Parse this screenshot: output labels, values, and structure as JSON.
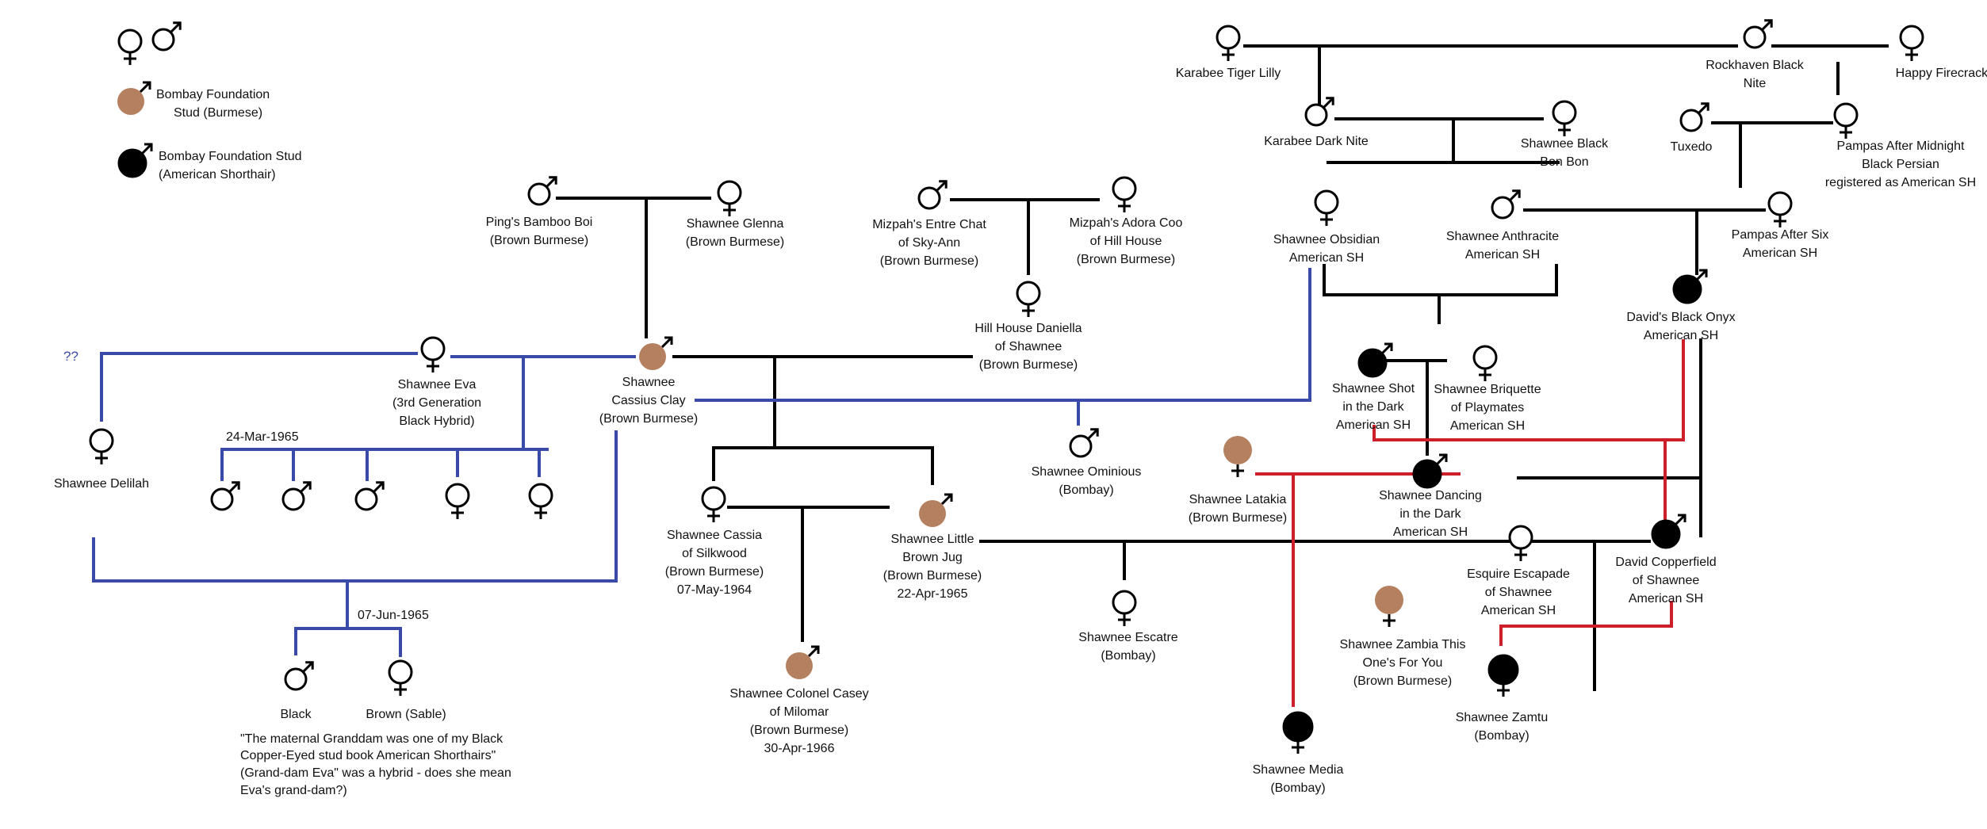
{
  "legend": {
    "female_symbol": "♀",
    "male_symbol": "♂",
    "burmese_stud": [
      "Bombay Foundation",
      "Stud (Burmese)"
    ],
    "american_stud": [
      "Bombay Foundation Stud",
      "(American Shorthair)"
    ]
  },
  "colors": {
    "line_black": "#000000",
    "line_blue": "#3a4aa8",
    "line_red": "#cc1f2a",
    "burmese_fill": "#b5805f",
    "black_fill": "#000000"
  },
  "cats": [
    {
      "id": "karabee_tiger_lilly",
      "sex": "female",
      "fill": "none",
      "label": [
        "Karabee Tiger Lilly"
      ]
    },
    {
      "id": "rockhaven_black_nite",
      "sex": "male",
      "fill": "none",
      "label": [
        "Rockhaven Black",
        "Nite"
      ]
    },
    {
      "id": "happy_firecracker",
      "sex": "female",
      "fill": "none",
      "label": [
        "Happy Firecracker"
      ]
    },
    {
      "id": "karabee_dark_nite",
      "sex": "male",
      "fill": "none",
      "label": [
        "Karabee Dark Nite"
      ]
    },
    {
      "id": "shawnee_black_bon_bon",
      "sex": "female",
      "fill": "none",
      "label": [
        "Shawnee Black",
        "Bon Bon"
      ]
    },
    {
      "id": "tuxedo",
      "sex": "male",
      "fill": "none",
      "label": [
        "Tuxedo"
      ]
    },
    {
      "id": "pampas_after_midnight",
      "sex": "female",
      "fill": "none",
      "label": [
        "Pampas After Midnight",
        "Black Persian",
        "registered as American SH"
      ]
    },
    {
      "id": "pings_bamboo_boi",
      "sex": "male",
      "fill": "none",
      "label": [
        "Ping's Bamboo Boi",
        "(Brown Burmese)"
      ]
    },
    {
      "id": "shawnee_glenna",
      "sex": "female",
      "fill": "none",
      "label": [
        "Shawnee Glenna",
        "(Brown Burmese)"
      ]
    },
    {
      "id": "mizpahs_entre_chat",
      "sex": "male",
      "fill": "none",
      "label": [
        "Mizpah's Entre Chat",
        "of Sky-Ann",
        "(Brown Burmese)"
      ]
    },
    {
      "id": "mizpahs_adora_coo",
      "sex": "female",
      "fill": "none",
      "label": [
        "Mizpah's Adora Coo",
        "of Hill House",
        "(Brown Burmese)"
      ]
    },
    {
      "id": "shawnee_obsidian",
      "sex": "female",
      "fill": "none",
      "label": [
        "Shawnee Obsidian",
        "American SH"
      ]
    },
    {
      "id": "shawnee_anthracite",
      "sex": "male",
      "fill": "none",
      "label": [
        "Shawnee Anthracite",
        "American SH"
      ]
    },
    {
      "id": "pampas_after_six",
      "sex": "female",
      "fill": "none",
      "label": [
        "Pampas After Six",
        "American SH"
      ]
    },
    {
      "id": "davids_black_onyx",
      "sex": "male",
      "fill": "black",
      "label": [
        "David's Black Onyx",
        "American SH"
      ]
    },
    {
      "id": "hill_house_daniella",
      "sex": "female",
      "fill": "none",
      "label": [
        "Hill House Daniella",
        "of Shawnee",
        "(Brown Burmese)"
      ]
    },
    {
      "id": "shawnee_eva",
      "sex": "female",
      "fill": "none",
      "label": [
        "Shawnee Eva",
        "(3rd Generation",
        "Black Hybrid)"
      ]
    },
    {
      "id": "shawnee_cassius_clay",
      "sex": "male",
      "fill": "burmese",
      "label": [
        "Shawnee",
        "Cassius Clay",
        "(Brown Burmese)"
      ]
    },
    {
      "id": "shawnee_shot_in_the_dark",
      "sex": "male",
      "fill": "black",
      "label": [
        "Shawnee Shot",
        "in the Dark",
        "American SH"
      ]
    },
    {
      "id": "shawnee_briquette",
      "sex": "female",
      "fill": "none",
      "label": [
        "Shawnee Briquette",
        "of Playmates",
        "American SH"
      ]
    },
    {
      "id": "shawnee_delilah",
      "sex": "female",
      "fill": "none",
      "label": [
        "Shawnee Delilah"
      ]
    },
    {
      "id": "shawnee_ominious",
      "sex": "male",
      "fill": "none",
      "label": [
        "Shawnee Ominious",
        "(Bombay)"
      ]
    },
    {
      "id": "shawnee_latakia",
      "sex": "female",
      "fill": "burmese",
      "label": [
        "Shawnee Latakia",
        "(Brown Burmese)"
      ]
    },
    {
      "id": "shawnee_dancing_in_the_dark",
      "sex": "male",
      "fill": "black",
      "label": [
        "Shawnee Dancing",
        "in the Dark",
        "American SH"
      ]
    },
    {
      "id": "shawnee_cassia",
      "sex": "female",
      "fill": "none",
      "label": [
        "Shawnee Cassia",
        "of Silkwood",
        "(Brown Burmese)",
        "07-May-1964"
      ]
    },
    {
      "id": "shawnee_little_brown_jug",
      "sex": "male",
      "fill": "burmese",
      "label": [
        "Shawnee Little",
        "Brown Jug",
        "(Brown Burmese)",
        "22-Apr-1965"
      ]
    },
    {
      "id": "esquire_escapade",
      "sex": "female",
      "fill": "none",
      "label": [
        "Esquire Escapade",
        "of Shawnee",
        "American SH"
      ]
    },
    {
      "id": "david_copperfield",
      "sex": "male",
      "fill": "black",
      "label": [
        "David Copperfield",
        "of Shawnee",
        "American SH"
      ]
    },
    {
      "id": "shawnee_escatre",
      "sex": "female",
      "fill": "none",
      "label": [
        "Shawnee Escatre",
        "(Bombay)"
      ]
    },
    {
      "id": "shawnee_zambia",
      "sex": "female",
      "fill": "burmese",
      "label": [
        "Shawnee Zambia This",
        "One's For You",
        "(Brown Burmese)"
      ]
    },
    {
      "id": "shawnee_zamtu",
      "sex": "female",
      "fill": "black",
      "label": [
        "Shawnee Zamtu",
        "(Bombay)"
      ]
    },
    {
      "id": "shawnee_colonel_casey",
      "sex": "male",
      "fill": "burmese",
      "label": [
        "Shawnee Colonel Casey",
        "of Milomar",
        "(Brown Burmese)",
        "30-Apr-1966"
      ]
    },
    {
      "id": "shawnee_media",
      "sex": "female",
      "fill": "black",
      "label": [
        "Shawnee Media",
        "(Bombay)"
      ]
    },
    {
      "id": "litter_1965_kitten_1",
      "sex": "male",
      "fill": "none",
      "label": []
    },
    {
      "id": "litter_1965_kitten_2",
      "sex": "male",
      "fill": "none",
      "label": []
    },
    {
      "id": "litter_1965_kitten_3",
      "sex": "male",
      "fill": "none",
      "label": []
    },
    {
      "id": "litter_1965_kitten_4",
      "sex": "female",
      "fill": "none",
      "label": []
    },
    {
      "id": "litter_1965_kitten_5",
      "sex": "female",
      "fill": "none",
      "label": []
    },
    {
      "id": "jun_litter_black",
      "sex": "male",
      "fill": "none",
      "label": [
        "Black"
      ]
    },
    {
      "id": "jun_litter_brown",
      "sex": "female",
      "fill": "none",
      "label": [
        "Brown (Sable)"
      ]
    }
  ],
  "annotations": {
    "unknown_parent": "??",
    "litter_date_march": "24-Mar-1965",
    "litter_date_june": "07-Jun-1965",
    "note": [
      "\"The maternal Granddam was one of my Black",
      "Copper-Eyed stud book American Shorthairs\"",
      "(Grand-dam Eva\" was a hybrid - does she mean",
      "Eva's grand-dam?)"
    ]
  }
}
